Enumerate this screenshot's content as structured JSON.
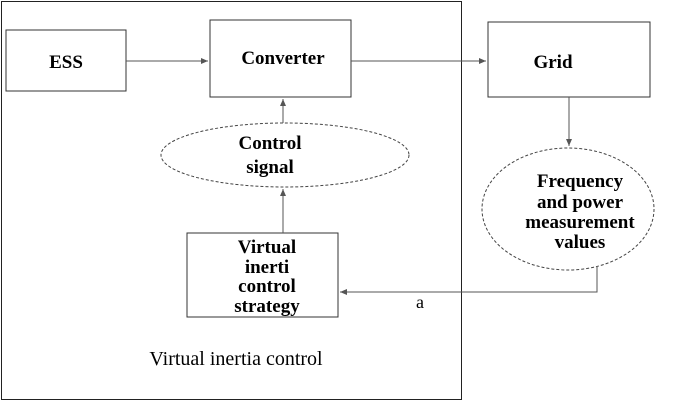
{
  "blocks": {
    "ess": "ESS",
    "converter": "Converter",
    "grid": "Grid",
    "control_signal": [
      "Control",
      "signal"
    ],
    "measurement": [
      "Frequency",
      "and power",
      "measurement",
      "values"
    ],
    "strategy": [
      "Virtual",
      "inerti",
      "control",
      "strategy"
    ]
  },
  "edge_label": "a",
  "region_label": "Virtual inertia control"
}
